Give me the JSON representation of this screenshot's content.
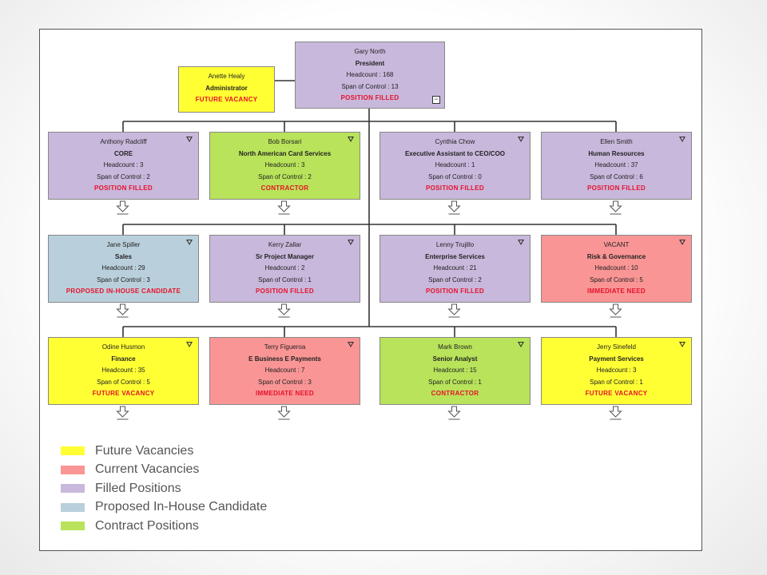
{
  "colors": {
    "future_vacancy": "#ffff33",
    "current_vacancy": "#f99595",
    "filled": "#c8b8dc",
    "proposed": "#b9d0dc",
    "contract": "#b8e35a",
    "status_text": "#e8102a"
  },
  "president": {
    "name": "Gary North",
    "title": "President",
    "headcount": "Headcount : 168",
    "span": "Span of Control : 13",
    "status": "POSITION FILLED",
    "collapse_icon": "minus-box-icon"
  },
  "administrator": {
    "name": "Anette Healy",
    "title": "Administrator",
    "status": "FUTURE VACANCY"
  },
  "row1": [
    {
      "name": "Anthony Radcliff",
      "title": "CORE",
      "headcount": "Headcount : 3",
      "span": "Span of Control : 2",
      "status": "POSITION FILLED",
      "color": "purple"
    },
    {
      "name": "Bob Borsari",
      "title": "North American Card Services",
      "headcount": "Headcount : 3",
      "span": "Span of Control : 2",
      "status": "CONTRACTOR",
      "color": "green"
    },
    {
      "name": "Cynthia Chow",
      "title": "Executive Assistant to CEO/COO",
      "headcount": "Headcount : 1",
      "span": "Span of Control : 0",
      "status": "POSITION FILLED",
      "color": "purple"
    },
    {
      "name": "Ellen Smith",
      "title": "Human Resources",
      "headcount": "Headcount : 37",
      "span": "Span of Control : 6",
      "status": "POSITION FILLED",
      "color": "purple"
    }
  ],
  "row2": [
    {
      "name": "Jane Spiller",
      "title": "Sales",
      "headcount": "Headcount : 29",
      "span": "Span of Control : 3",
      "status": "PROPOSED IN-HOUSE CANDIDATE",
      "color": "blue"
    },
    {
      "name": "Kerry Zallar",
      "title": "Sr Project Manager",
      "headcount": "Headcount : 2",
      "span": "Span of Control : 1",
      "status": "POSITION FILLED",
      "color": "purple"
    },
    {
      "name": "Lenny Trujillo",
      "title": "Enterprise Services",
      "headcount": "Headcount : 21",
      "span": "Span of Control : 2",
      "status": "POSITION FILLED",
      "color": "purple"
    },
    {
      "name": "VACANT",
      "title": "Risk & Governance",
      "headcount": "Headcount : 10",
      "span": "Span of Control : 5",
      "status": "IMMEDIATE NEED",
      "color": "red"
    }
  ],
  "row3": [
    {
      "name": "Odine Husmon",
      "title": "Finance",
      "headcount": "Headcount : 35",
      "span": "Span of Control : 5",
      "status": "FUTURE VACANCY",
      "color": "yellow"
    },
    {
      "name": "Terry Figueroa",
      "title": "E Business E Payments",
      "headcount": "Headcount : 7",
      "span": "Span of Control : 3",
      "status": "IMMEDIATE NEED",
      "color": "red"
    },
    {
      "name": "Mark Brown",
      "title": "Senior Analyst",
      "headcount": "Headcount : 15",
      "span": "Span of Control : 1",
      "status": "CONTRACTOR",
      "color": "green"
    },
    {
      "name": "Jerry Sinefeld",
      "title": "Payment Services",
      "headcount": "Headcount : 3",
      "span": "Span of Control : 1",
      "status": "FUTURE VACANCY",
      "color": "yellow"
    }
  ],
  "legend": [
    {
      "label": "Future Vacancies",
      "color": "#ffff33"
    },
    {
      "label": "Current Vacancies",
      "color": "#f99595"
    },
    {
      "label": "Filled Positions",
      "color": "#c8b8dc"
    },
    {
      "label": "Proposed In-House Candidate",
      "color": "#b9d0dc"
    },
    {
      "label": "Contract Positions",
      "color": "#b8e35a"
    }
  ]
}
